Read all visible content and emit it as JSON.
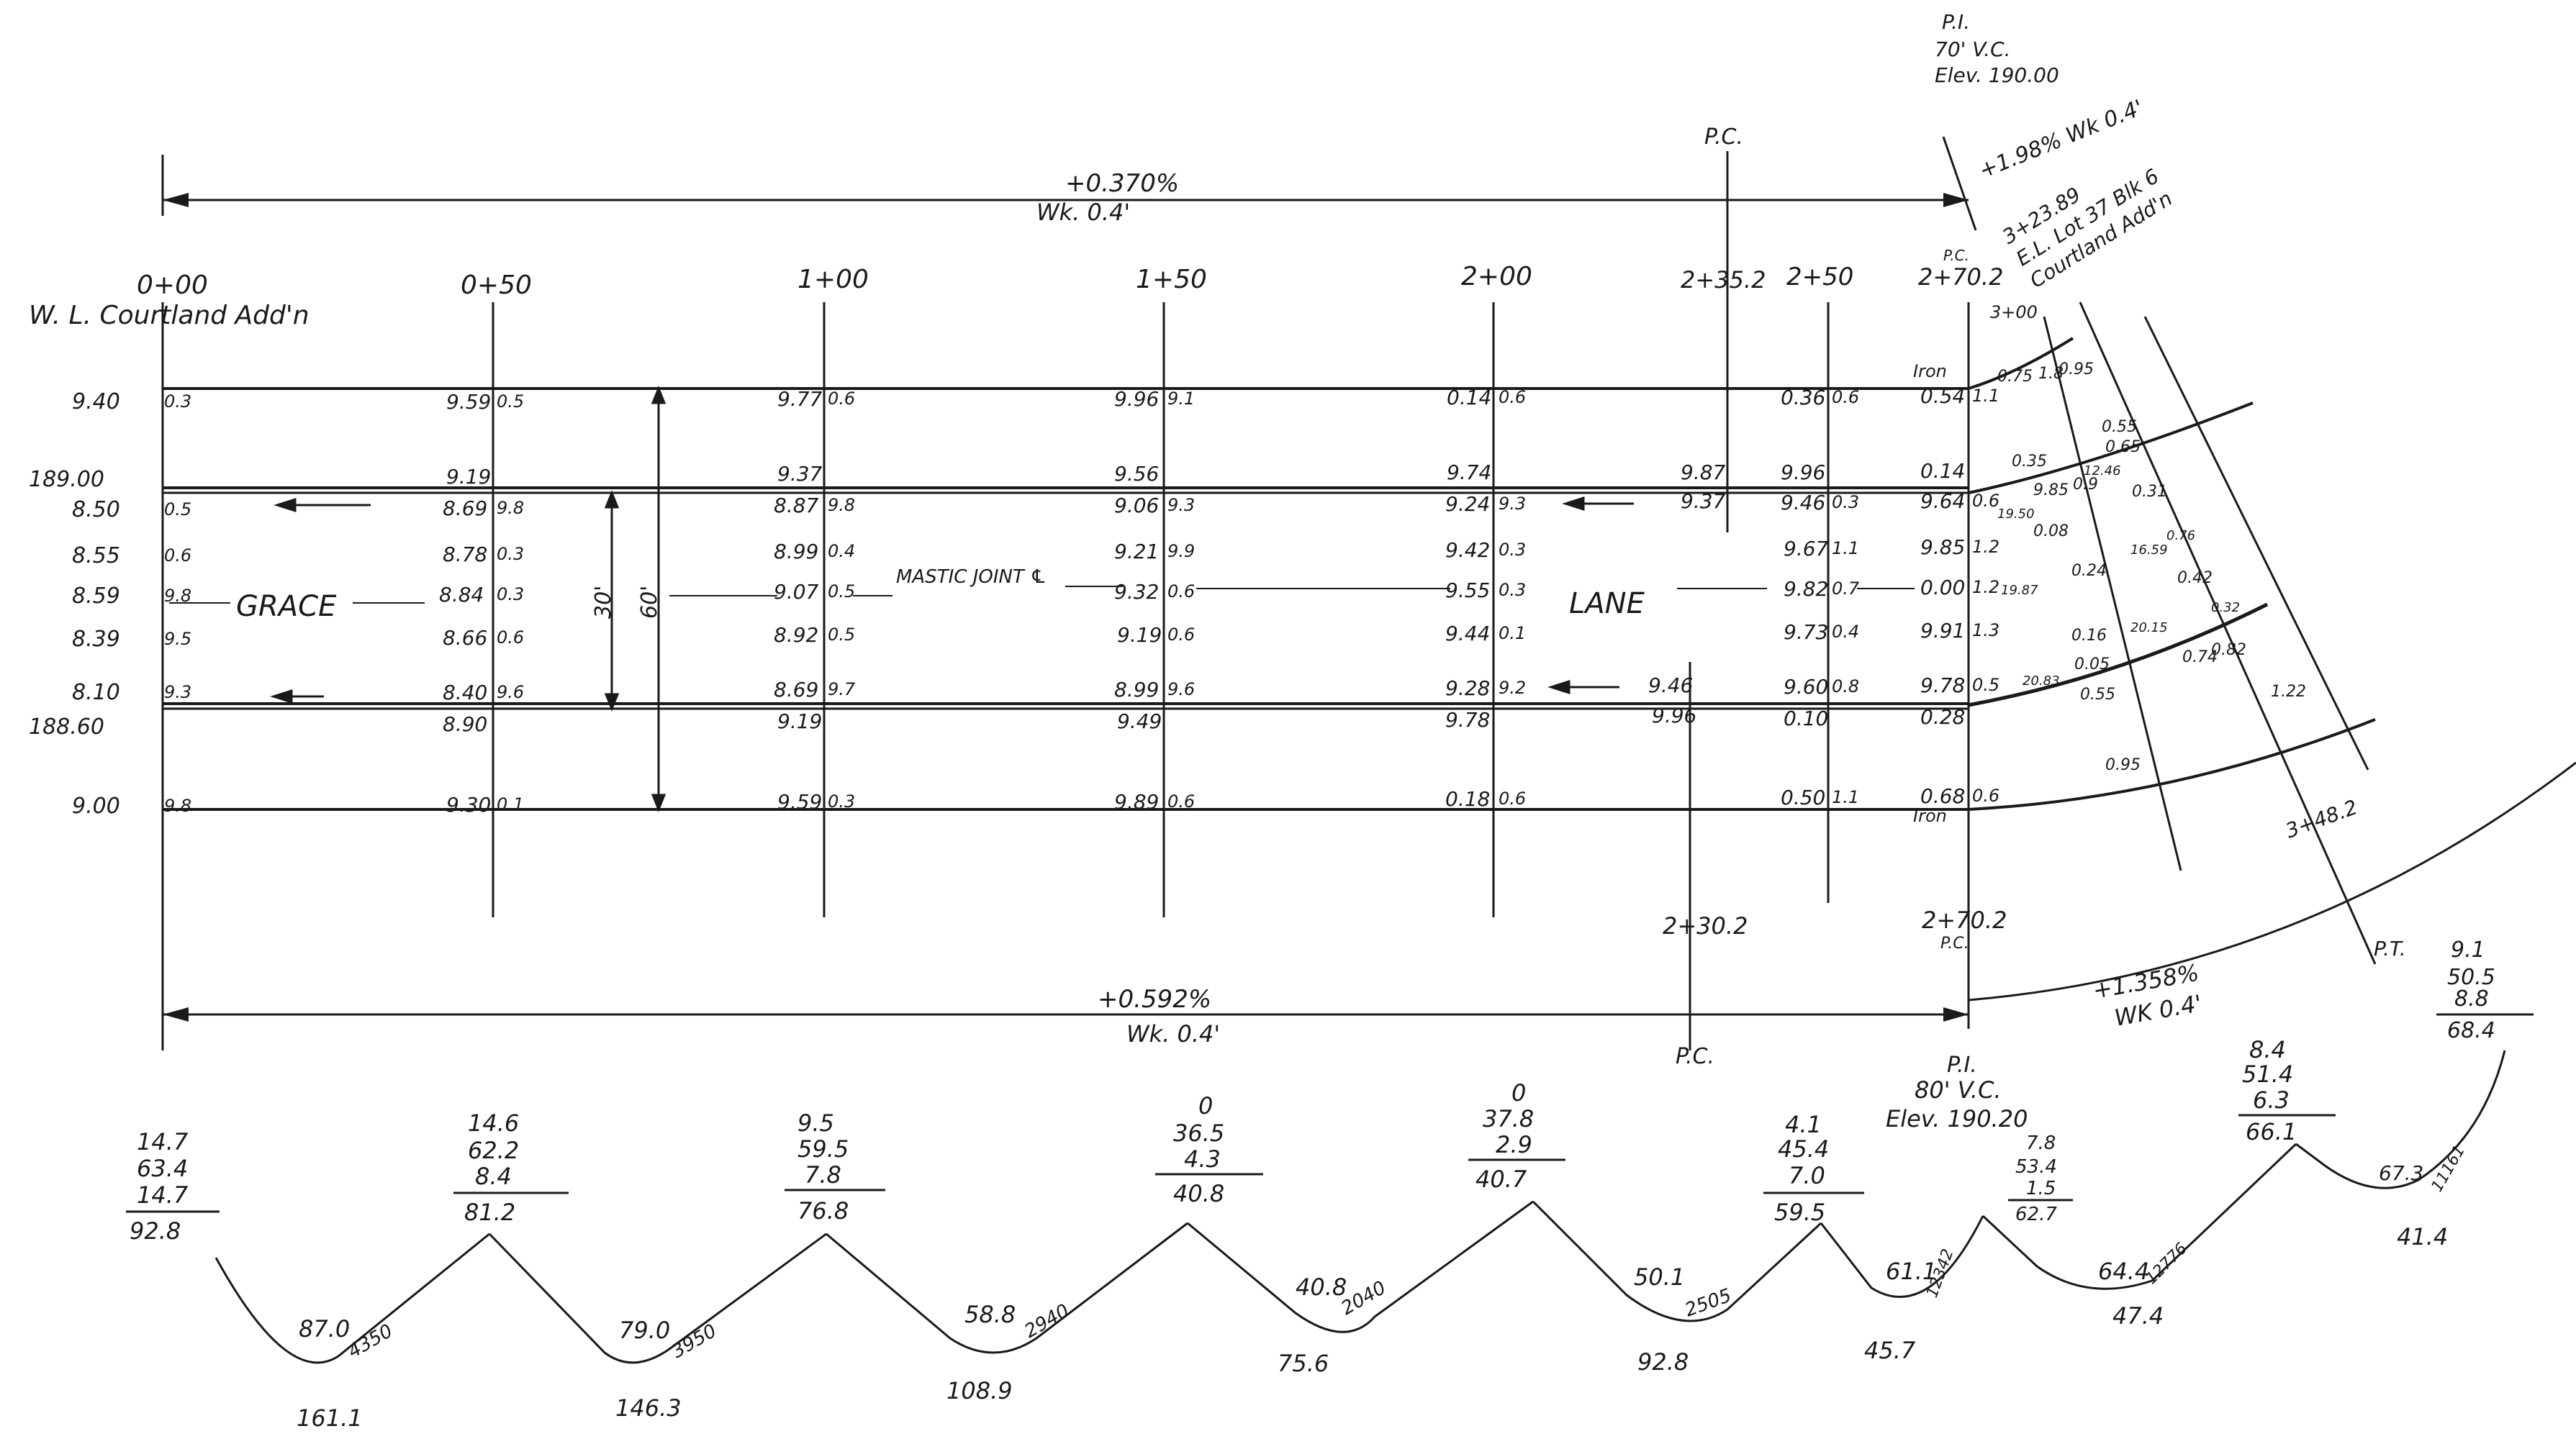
{
  "top_grade": {
    "line1": "+0.370%",
    "line2": "Wk. 0.4'"
  },
  "bottom_grade": {
    "line1": "+0.592%",
    "line2": "Wk. 0.4'"
  },
  "curve_grade": {
    "line1": "+1.358%",
    "line2": "WK 0.4'"
  },
  "pi_top": {
    "line1": "P.I.",
    "line2": "70' V.C.",
    "line3": "Elev. 190.00",
    "note": "+1.98% Wk 0.4'"
  },
  "pi_bottom": {
    "line1": "P.I.",
    "line2": "80' V.C.",
    "line3": "Elev. 190.20"
  },
  "pc_top": "P.C.",
  "pc_bottom": "P.C.",
  "pc_small_top": "P.C.",
  "pc_small_bottom": "P.C.",
  "pt_label": "P.T.",
  "station_2302": "2+30.2",
  "station_2702b": "2+70.2",
  "station_3482": "3+48.2",
  "station_300": "3+00",
  "origin_label": "W. L. Courtland Add'n",
  "corner_note": {
    "line1": "3+23.89",
    "line2": "E.L. Lot 37 Blk 6",
    "line3": "Courtland Add'n"
  },
  "iron_top": "Iron",
  "iron_bottom": "Iron",
  "street_words": {
    "grace": "GRACE",
    "lane": "LANE",
    "mastic": "MASTIC JOINT ℄"
  },
  "dims": {
    "d30": "30'",
    "d60": "60'"
  },
  "stations": [
    "0+00",
    "0+50",
    "1+00",
    "1+50",
    "2+00",
    "2+35.2",
    "2+50",
    "2+70.2"
  ],
  "left_elevs": [
    "9.40",
    "189.00",
    "8.50",
    "8.55",
    "8.59",
    "8.39",
    "8.10",
    "188.60",
    "9.00"
  ],
  "left_cuts": [
    "0.3",
    "",
    "0.5",
    "0.6",
    "9.8",
    "9.5",
    "9.3",
    "",
    "9.8"
  ],
  "col_050": {
    "elevs": [
      "9.59",
      "9.19",
      "8.69",
      "8.78",
      "8.84",
      "8.66",
      "8.40",
      "8.90",
      "9.30"
    ],
    "cuts": [
      "0.5",
      "",
      "9.8",
      "0.3",
      "0.3",
      "0.6",
      "9.6",
      "",
      "0.1"
    ]
  },
  "col_100": {
    "elevs": [
      "9.77",
      "9.37",
      "8.87",
      "8.99",
      "9.07",
      "8.92",
      "8.69",
      "9.19",
      "9.59"
    ],
    "cuts": [
      "0.6",
      "",
      "9.8",
      "0.4",
      "0.5",
      "0.5",
      "9.7",
      "",
      "0.3"
    ]
  },
  "col_150": {
    "elevs": [
      "9.96",
      "9.56",
      "9.06",
      "9.21",
      "9.32",
      "9.19",
      "8.99",
      "9.49",
      "9.89"
    ],
    "cuts": [
      "9.1",
      "",
      "9.3",
      "9.9",
      "0.6",
      "0.6",
      "9.6",
      "",
      "0.6"
    ]
  },
  "col_200": {
    "elevs": [
      "0.14",
      "9.74",
      "9.24",
      "9.42",
      "9.55",
      "9.44",
      "9.28",
      "9.78",
      "0.18"
    ],
    "cuts": [
      "0.6",
      "",
      "9.3",
      "0.3",
      "0.3",
      "0.1",
      "9.2",
      "",
      "0.6"
    ]
  },
  "col_235": {
    "elevs": [
      "9.87",
      "9.37",
      "9.46",
      "9.96"
    ]
  },
  "col_250": {
    "elevs": [
      "0.36",
      "9.96",
      "9.46",
      "9.67",
      "9.82",
      "9.73",
      "9.60",
      "0.10",
      "0.50"
    ],
    "cuts": [
      "0.6",
      "",
      "0.3",
      "1.1",
      "0.7",
      "0.4",
      "0.8",
      "",
      "1.1"
    ]
  },
  "col_270": {
    "elevs": [
      "0.54",
      "0.14",
      "9.64",
      "9.85",
      "0.00",
      "9.91",
      "9.78",
      "0.28",
      "0.68"
    ],
    "cuts": [
      "1.1",
      "",
      "0.6",
      "1.2",
      "1.2",
      "1.3",
      "0.5",
      "",
      "0.6"
    ]
  },
  "curve_vals": [
    "0.75",
    "1.8",
    "0.95",
    "0.55",
    "0.65",
    "0.31",
    "0.35",
    "9.85",
    "0.9",
    "0.08",
    "0.24",
    "0.42",
    "0.16",
    "0.05",
    "0.55",
    "0.74",
    "0.82",
    "1.22",
    "0.95",
    "19.50",
    "19.87",
    "16.59",
    "20.15",
    "20.83",
    "12.46",
    "0.76",
    "0.32"
  ],
  "bottom_stacks": [
    [
      "14.7",
      "63.4",
      "14.7",
      "92.8"
    ],
    [
      "14.6",
      "62.2",
      "8.4",
      "81.2"
    ],
    [
      "9.5",
      "59.5",
      "7.8",
      "76.8"
    ],
    [
      "0",
      "36.5",
      "4.3",
      "40.8"
    ],
    [
      "0",
      "37.8",
      "2.9",
      "40.7"
    ],
    [
      "4.1",
      "45.4",
      "7.0",
      "59.5"
    ],
    [
      "7.8",
      "53.4",
      "1.5",
      "62.7"
    ],
    [
      "8.4",
      "51.4",
      "6.3",
      "66.1"
    ],
    [
      "9.1",
      "50.5",
      "8.8",
      "68.4"
    ]
  ],
  "valley_vals": [
    {
      "a": "87.0",
      "b": "4350",
      "c": "161.1"
    },
    {
      "a": "79.0",
      "b": "3950",
      "c": "146.3"
    },
    {
      "a": "58.8",
      "b": "2940",
      "c": "108.9"
    },
    {
      "a": "40.8",
      "b": "2040",
      "c": "75.6"
    },
    {
      "a": "50.1",
      "b": "2505",
      "c": "92.8"
    },
    {
      "a": "61.1",
      "b": "12342",
      "c": "45.7"
    },
    {
      "a": "64.4",
      "b": "12776",
      "c": "47.4"
    },
    {
      "a": "67.3",
      "b": "11161",
      "c": "41.4"
    }
  ]
}
